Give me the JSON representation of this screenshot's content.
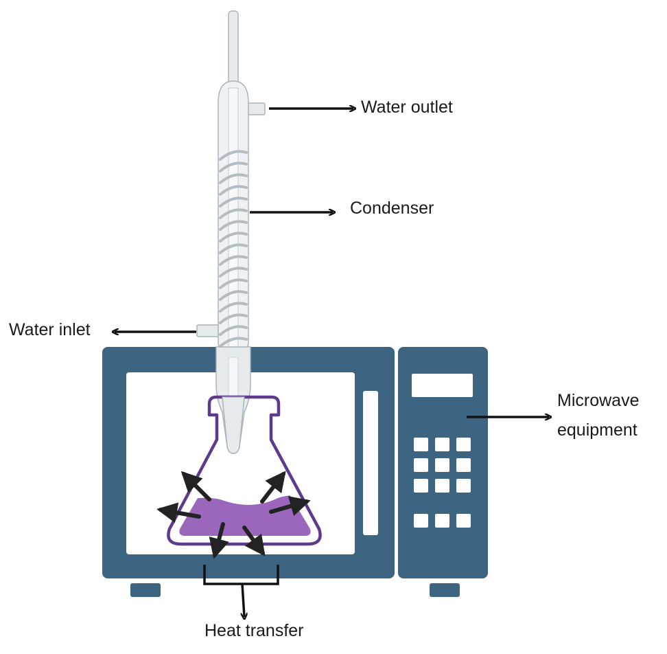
{
  "labels": {
    "water_outlet": "Water outlet",
    "condenser": "Condenser",
    "water_inlet": "Water inlet",
    "microwave_line1": "Microwave",
    "microwave_line2": "equipment",
    "heat_transfer": "Heat transfer"
  },
  "colors": {
    "microwave_body": "#3d6480",
    "flask_outline": "#5e3a8c",
    "liquid": "#9b67bd",
    "glass": "#e6ebee",
    "glass_outline": "#aab4bb",
    "arrow": "#111111"
  },
  "icons": {
    "condenser": "coil-condenser-icon",
    "flask": "erlenmeyer-flask-icon",
    "microwave": "microwave-oven-icon"
  }
}
